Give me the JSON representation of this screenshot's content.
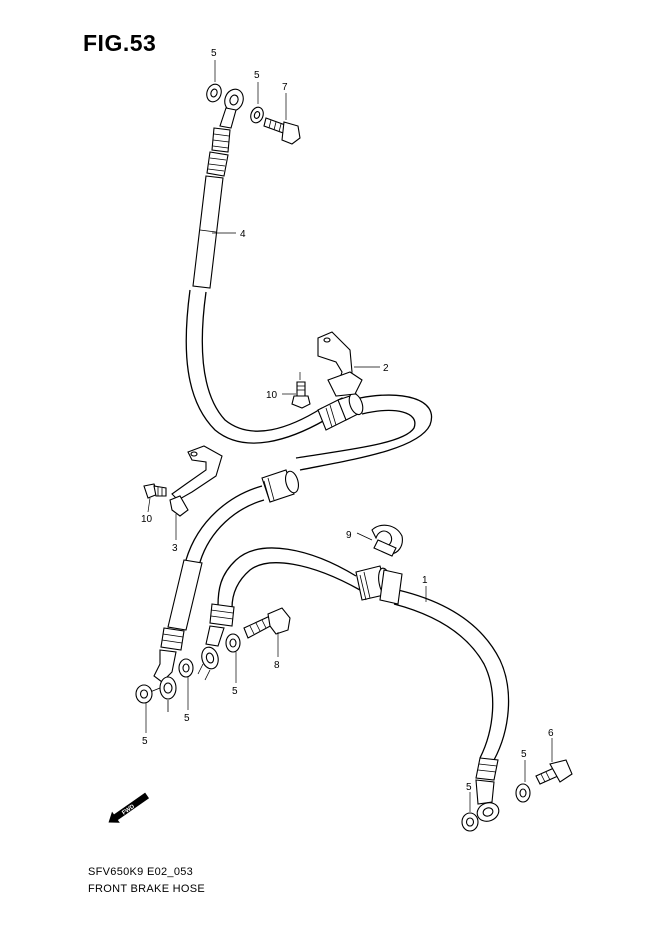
{
  "figure": {
    "title": "FIG.53",
    "model_code": "SFV650K9 E02_053",
    "caption": "FRONT BRAKE HOSE",
    "arrow_label": "FWD"
  },
  "callouts": [
    {
      "id": "c-5a",
      "label": "5"
    },
    {
      "id": "c-5b",
      "label": "5"
    },
    {
      "id": "c-7",
      "label": "7"
    },
    {
      "id": "c-4",
      "label": "4"
    },
    {
      "id": "c-2",
      "label": "2"
    },
    {
      "id": "c-10a",
      "label": "10"
    },
    {
      "id": "c-10b",
      "label": "10"
    },
    {
      "id": "c-3",
      "label": "3"
    },
    {
      "id": "c-9",
      "label": "9"
    },
    {
      "id": "c-1",
      "label": "1"
    },
    {
      "id": "c-8",
      "label": "8"
    },
    {
      "id": "c-5c",
      "label": "5"
    },
    {
      "id": "c-5d",
      "label": "5"
    },
    {
      "id": "c-5e",
      "label": "5"
    },
    {
      "id": "c-5f",
      "label": "5"
    },
    {
      "id": "c-5g",
      "label": "5"
    },
    {
      "id": "c-6",
      "label": "6"
    }
  ]
}
